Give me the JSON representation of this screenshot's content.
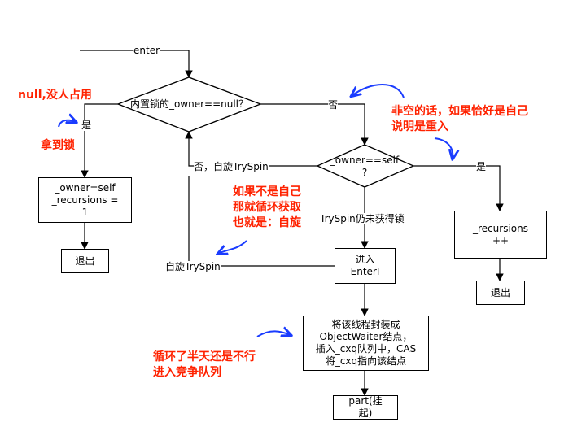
{
  "nodes": {
    "enter": "enter",
    "is_null_q": "内置锁的_owner==null？",
    "is_self_q_line1": "_owner==self",
    "is_self_q_line2": "?",
    "set_owner": "_owner=self\n_recursions =\n1",
    "exit_left": "退出",
    "recursions_inc": "_recursions\n++",
    "exit_right": "退出",
    "enter_i": "进入\nEnterI",
    "wrap_waiter": "将该线程封装成\nObjectWaiter结点，\n插入_cxq队列中，CAS\n将_cxq指向该结点",
    "park": "part(挂\n起)"
  },
  "edge_labels": {
    "null_no": "否",
    "null_yes": "是",
    "self_yes": "是",
    "self_no": "否，自旋TrySpin",
    "tryspin_fail": "TrySpin仍未获得锁",
    "spin_back": "自旋TrySpin"
  },
  "annotations": {
    "null_note": "null,没人占用",
    "got_lock": "拿到锁",
    "reentry_note": "非空的话，如果恰好是自己\n说明是重入",
    "spin_note": "如果不是自己\n那就循环获取\n也就是：自旋",
    "queue_note": "循环了半天还是不行\n进入竞争队列"
  },
  "colors": {
    "line": "#000000",
    "annotation_text": "#ff2200",
    "annotation_arrow": "#1a3cff"
  }
}
